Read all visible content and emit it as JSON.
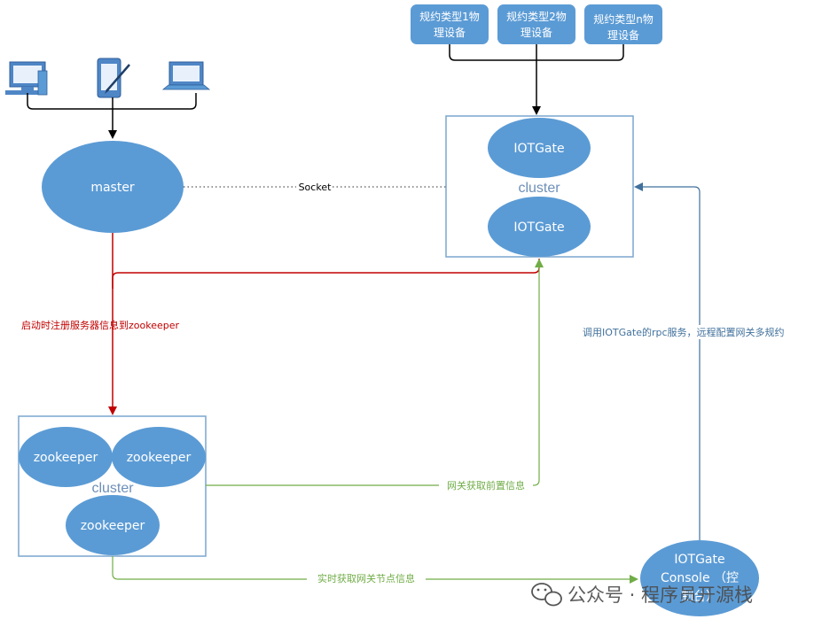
{
  "protocol_devices": [
    {
      "line1": "规约类型1物",
      "line2": "理设备"
    },
    {
      "line1": "规约类型2物",
      "line2": "理设备"
    },
    {
      "line1": "规约类型n物",
      "line2": "理设备"
    }
  ],
  "master": {
    "label": "master"
  },
  "socket_label": "Socket",
  "iot_cluster": {
    "nodes": [
      "IOTGate",
      "IOTGate"
    ],
    "label": "cluster"
  },
  "zk_cluster": {
    "nodes": [
      "zookeeper",
      "zookeeper",
      "zookeeper"
    ],
    "label": "cluster"
  },
  "console": {
    "line1": "IOTGate",
    "line2": "Console （控",
    "line3": "制台）"
  },
  "edges": {
    "register": "启动时注册服务器信息到zookeeper",
    "rpc": "调用IOTGate的rpc服务，远程配置网关多规约",
    "gateway_fetch": "网关获取前置信息",
    "realtime_fetch": "实时获取网关节点信息"
  },
  "watermark": {
    "text": "公众号 · 程序员开源栈"
  },
  "colors": {
    "node_blue": "#5b9bd5",
    "device_icon_blue": "#4f86c6",
    "register_red": "#c00000",
    "green_line": "#70ad47",
    "rpc_teal": "#41719c",
    "cluster_border": "#7aa6cf"
  }
}
